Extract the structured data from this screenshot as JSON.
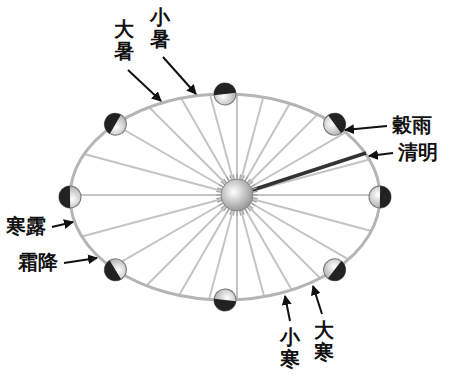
{
  "diagram": {
    "labels": [
      "大暑",
      "小暑",
      "穀雨",
      "清明",
      "寒露",
      "霜降",
      "小寒",
      "大寒"
    ]
  }
}
